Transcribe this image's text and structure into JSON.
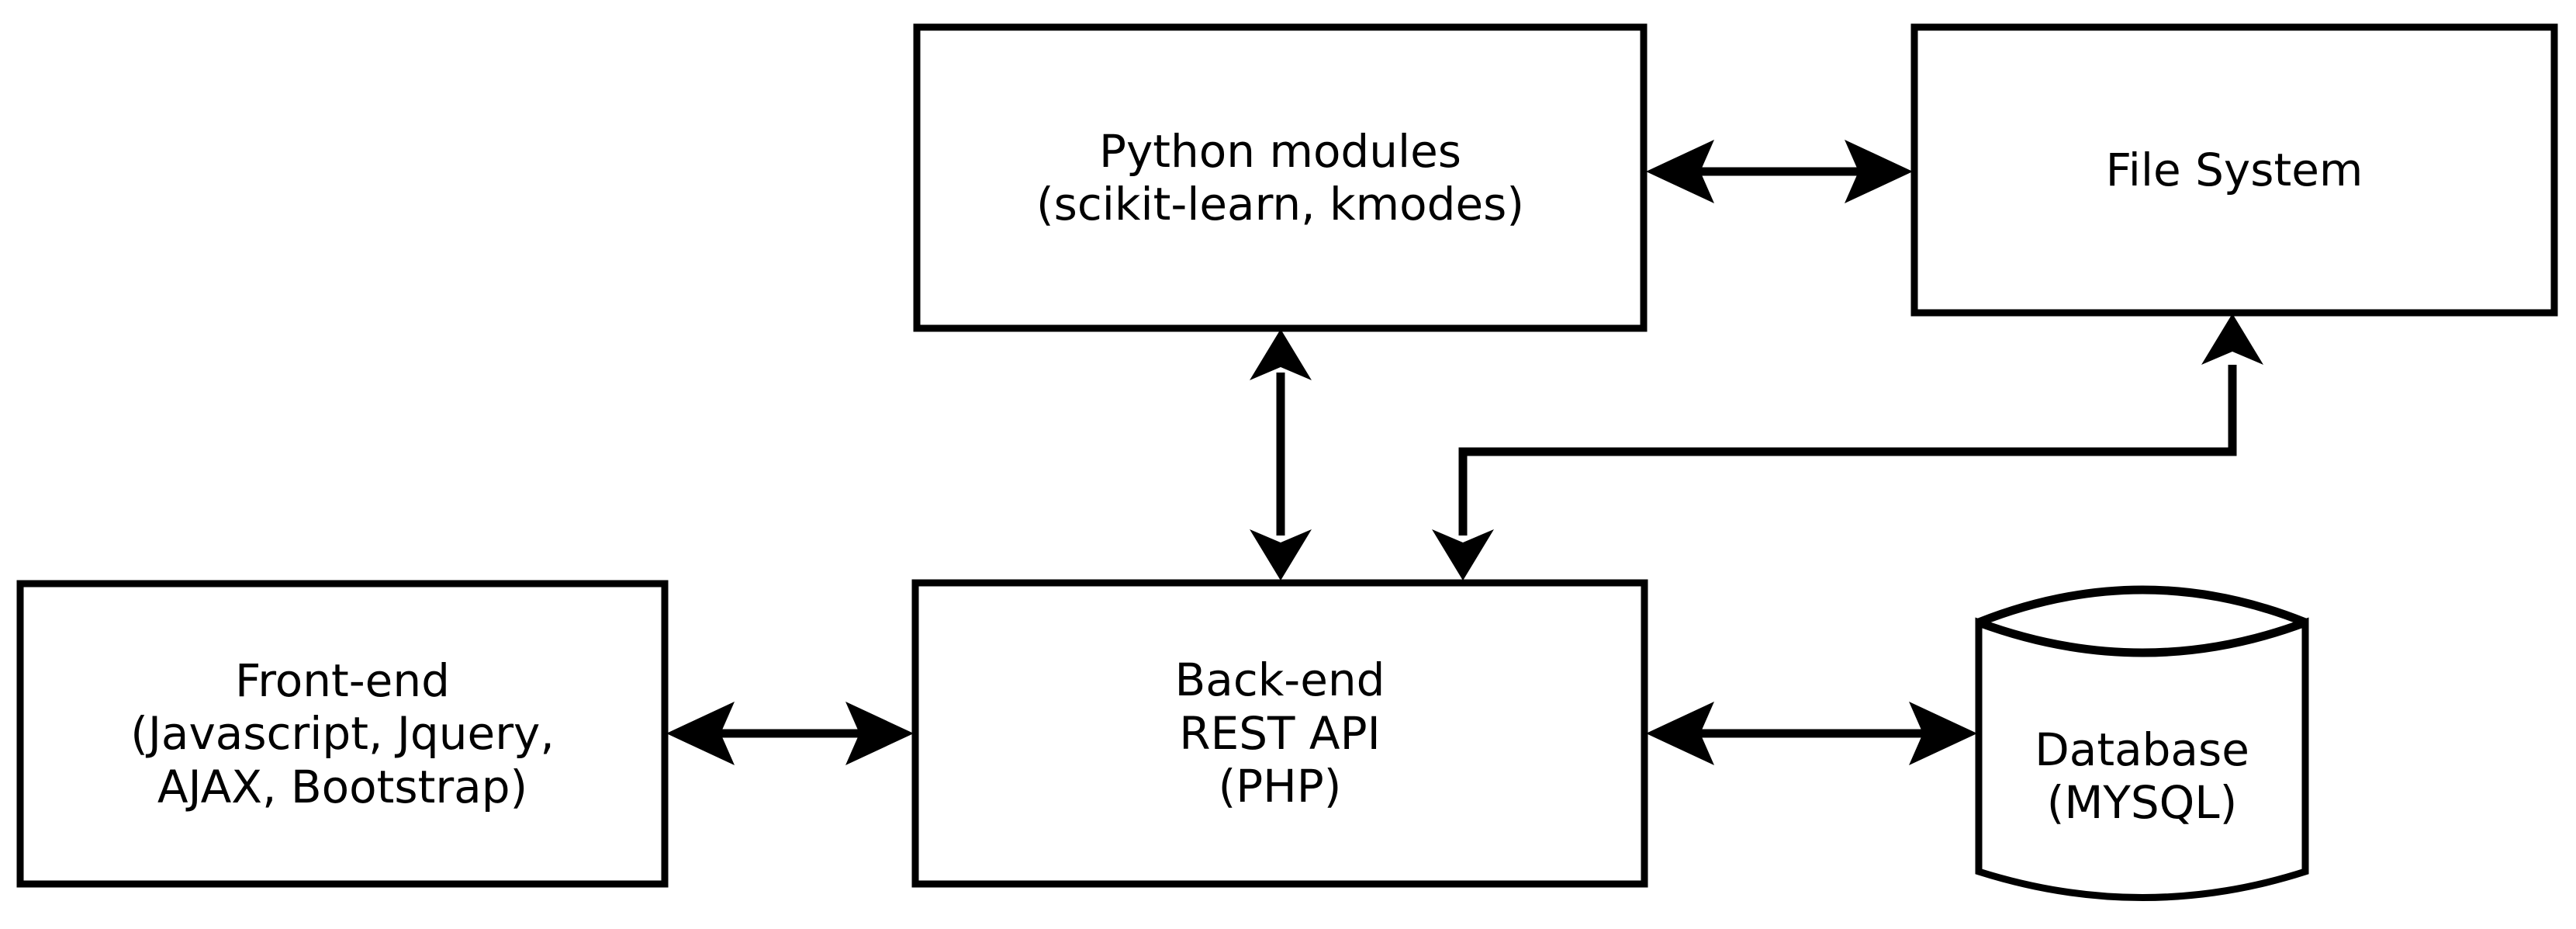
{
  "diagram": {
    "title": "System architecture diagram",
    "background_color": "#ffffff",
    "stroke_color": "#000000",
    "nodes": [
      {
        "id": "python-modules",
        "shape": "rectangle",
        "lines": [
          "Python modules",
          "(scikit-learn, kmodes)"
        ]
      },
      {
        "id": "file-system",
        "shape": "rectangle",
        "lines": [
          "File System"
        ]
      },
      {
        "id": "front-end",
        "shape": "rectangle",
        "lines": [
          "Front-end",
          "(Javascript, Jquery,",
          "AJAX, Bootstrap)"
        ]
      },
      {
        "id": "back-end",
        "shape": "rectangle",
        "lines": [
          "Back-end",
          "REST API",
          "(PHP)"
        ]
      },
      {
        "id": "database",
        "shape": "cylinder",
        "lines": [
          "Database",
          "(MYSQL)"
        ]
      }
    ],
    "connections": [
      {
        "id": "python-filesystem",
        "from": "python-modules",
        "to": "file-system",
        "style": "double-headed-horizontal-arrow"
      },
      {
        "id": "python-backend",
        "from": "python-modules",
        "to": "back-end",
        "style": "double-headed-vertical-arrow"
      },
      {
        "id": "backend-filesystem",
        "from": "back-end",
        "to": "file-system",
        "style": "double-headed-elbow-arrow"
      },
      {
        "id": "frontend-backend",
        "from": "front-end",
        "to": "back-end",
        "style": "double-headed-horizontal-arrow"
      },
      {
        "id": "backend-database",
        "from": "back-end",
        "to": "database",
        "style": "double-headed-horizontal-arrow"
      }
    ]
  }
}
